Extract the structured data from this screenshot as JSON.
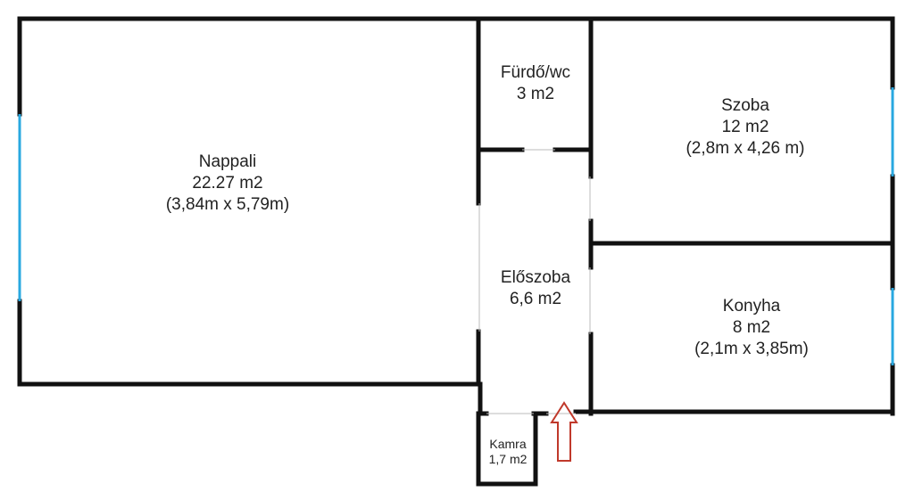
{
  "rooms": {
    "nappali": {
      "name": "Nappali",
      "area": "22.27 m2",
      "dims": "(3,84m x 5,79m)"
    },
    "furdo": {
      "name": "Fürdő/wc",
      "area": "3 m2"
    },
    "szoba": {
      "name": "Szoba",
      "area": "12 m2",
      "dims": "(2,8m x 4,26 m)"
    },
    "eloszoba": {
      "name": "Előszoba",
      "area": "6,6 m2"
    },
    "konyha": {
      "name": "Konyha",
      "area": "8 m2",
      "dims": "(2,1m x 3,85m)"
    },
    "kamra": {
      "name": "Kamra",
      "area": "1,7 m2"
    }
  },
  "colors": {
    "wall": "#111111",
    "window": "#29a8e0",
    "entrance_arrow": "#c0392b",
    "door_gap": "#bbbbbb"
  }
}
